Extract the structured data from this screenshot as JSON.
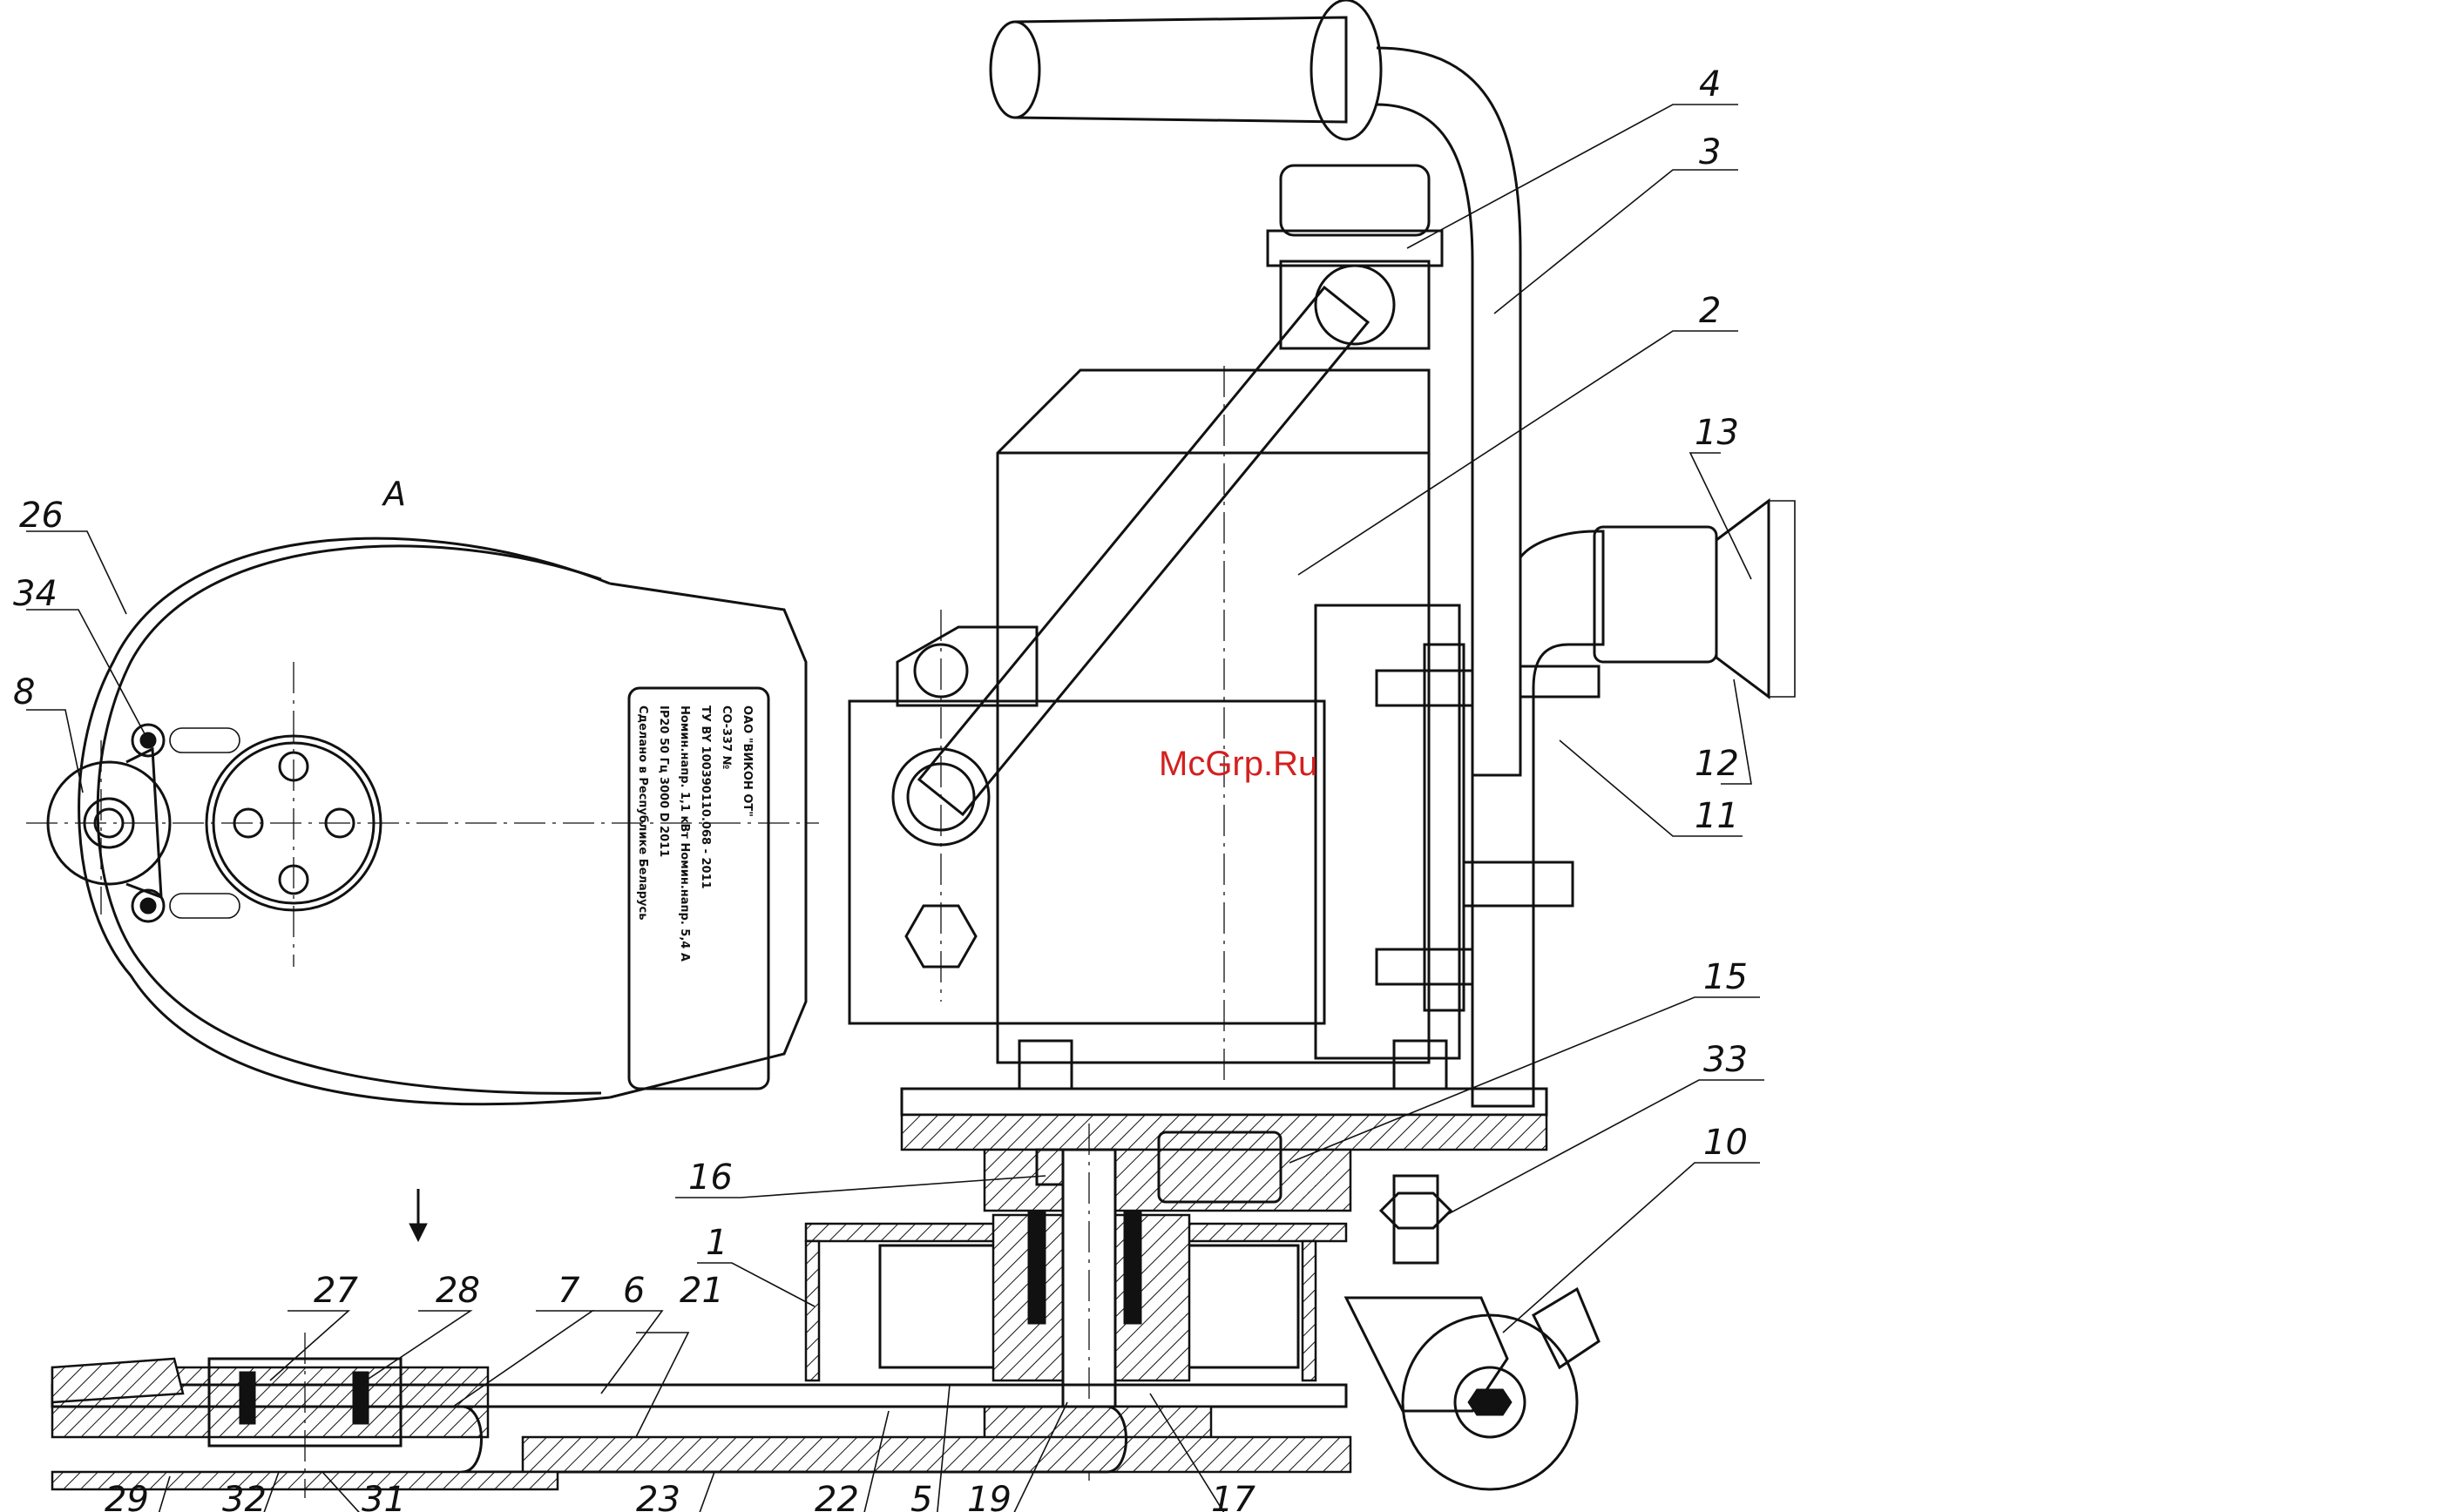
{
  "watermark": "McGrp.Ru",
  "view_label": "A",
  "callouts": [
    "26",
    "34",
    "8",
    "4",
    "3",
    "2",
    "13",
    "12",
    "11",
    "15",
    "33",
    "10",
    "16",
    "1",
    "27",
    "28",
    "7",
    "6",
    "21",
    "29",
    "32",
    "31",
    "23",
    "22",
    "5",
    "19",
    "17"
  ],
  "nameplate": {
    "lines": [
      "ОАО \"ВИКОН ОТ\"",
      "СО-337      №",
      "ТУ BY 100390110.068 - 2011",
      "Номин.напр. 1,1 кВт    Номин.напр. 5,4 А",
      "IP20    50 Гц    3000 D    2011",
      "Сделано в Республике Беларусь"
    ]
  }
}
